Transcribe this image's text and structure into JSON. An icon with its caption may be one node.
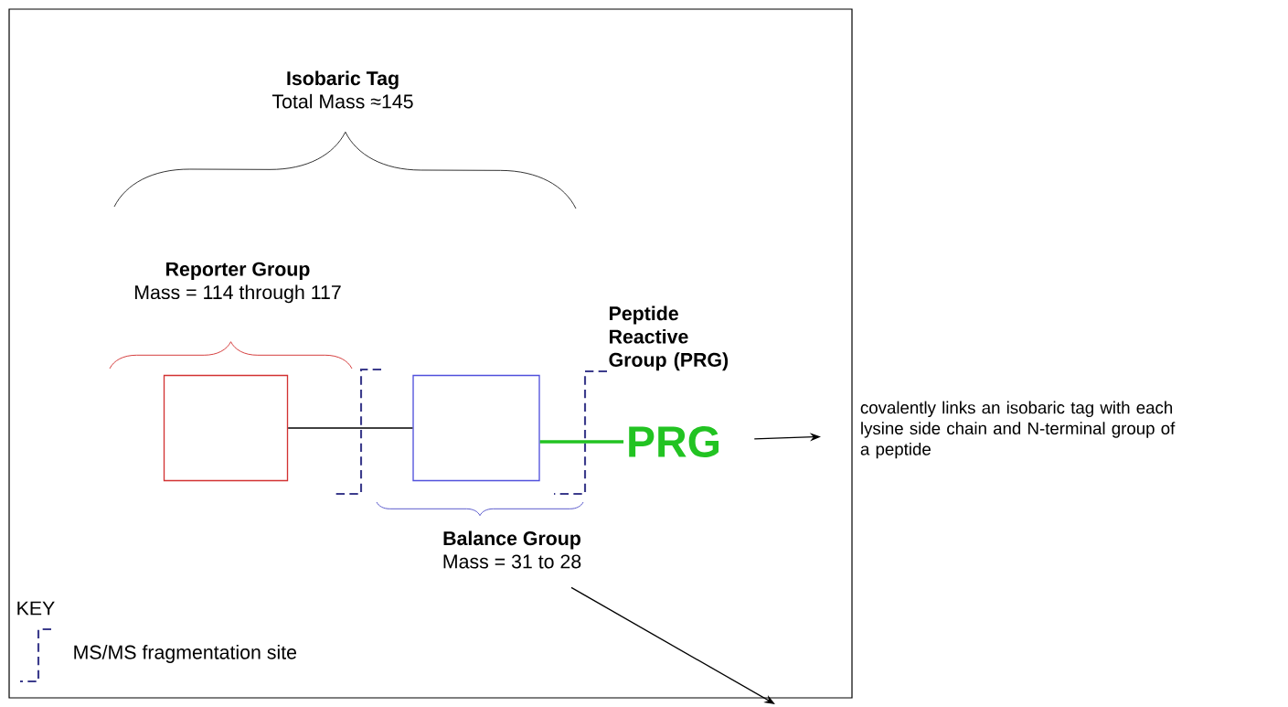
{
  "diagram": {
    "nodes": [
      {
        "text": [],
        "shape": "box"
      },
      {
        "text": [],
        "shape": "box"
      },
      {
        "text": [
          "PRG"
        ]
      },
      {
        "text": [
          "covalently links an isobaric tag with each lysine side chain and N-terminal group of a peptide"
        ]
      },
      {
        "text": [
          "Balance Group",
          "Mass = 31 to 28"
        ]
      }
    ],
    "edges": [
      {
        "from": 0,
        "to": 1,
        "arrow": "none"
      },
      {
        "from": 1,
        "to": 2,
        "arrow": "none",
        "style": "thick",
        "color": "#22c322"
      },
      {
        "from": 2,
        "to": 3,
        "arrow": "to"
      },
      {
        "from": 4,
        "to": null,
        "arrow": "to"
      }
    ],
    "labels": [
      "Isobaric Tag",
      "Total Mass ≈145",
      "Reporter Group",
      "Mass = 114 through 117",
      "Peptide Reactive Group (PRG)",
      "KEY"
    ],
    "legend": [
      {
        "text": "MS/MS fragmentation site"
      }
    ]
  }
}
